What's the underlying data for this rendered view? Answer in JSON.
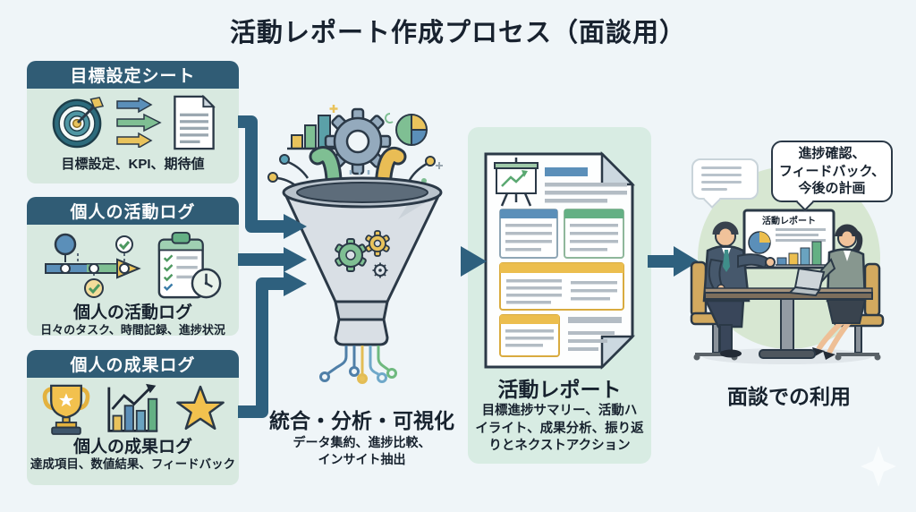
{
  "title": "活動レポート作成プロセス（面談用）",
  "sources": [
    {
      "header": "目標設定シート",
      "caption": "目標設定、KPI、期待値",
      "icons": [
        "target-icon",
        "flow-arrows-icon",
        "document-icon"
      ]
    },
    {
      "header": "個人の活動ログ",
      "title": "個人の活動ログ",
      "caption": "日々のタスク、時間記録、進捗状況",
      "icons": [
        "timeline-icon",
        "checklist-icon",
        "clock-icon"
      ]
    },
    {
      "header": "個人の成果ログ",
      "title": "個人の成果ログ",
      "caption": "達成項目、数値結果、フィードバック",
      "icons": [
        "trophy-icon",
        "growth-chart-icon",
        "star-icon"
      ]
    }
  ],
  "funnel_stage": {
    "title": "統合・分析・可視化",
    "caption_lines": [
      "データ集約、進捗比較、",
      "インサイト抽出"
    ],
    "icons": [
      "funnel-icon",
      "gear-icon",
      "mini-bar-chart-icon",
      "pie-chart-icon",
      "circuit-lines-icon"
    ]
  },
  "report_stage": {
    "title": "活動レポート",
    "caption_lines": [
      "目標進捗サマリー、活動ハ",
      "イライト、成果分析、振り返",
      "りとネクストアクション"
    ],
    "icons": [
      "report-page-icon",
      "presentation-easel-icon"
    ]
  },
  "meeting_stage": {
    "title": "面談での利用",
    "screen_title": "活動レポート",
    "bubble_lines": [
      "進捗確認、",
      "フィードバック、",
      "今後の計画"
    ],
    "icons": [
      "speech-bubble-icon",
      "monitor-icon",
      "laptop-icon",
      "sparkle-icon"
    ]
  },
  "colors": {
    "background": "#eff5f8",
    "header_bar": "#305c75",
    "panel_mint": "#d8e9e0",
    "arrow": "#2e607e",
    "outline": "#2b3947",
    "accent_blue": "#5b8fb9",
    "accent_green": "#64b084",
    "accent_yellow": "#ecbe4e",
    "text_dark": "#17222e"
  }
}
